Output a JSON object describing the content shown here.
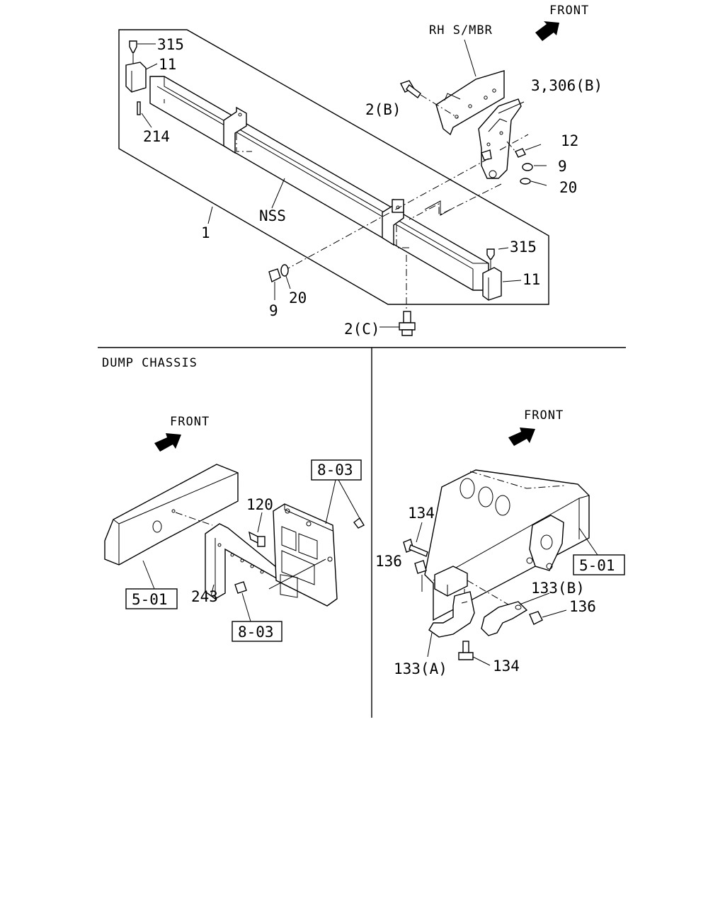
{
  "top": {
    "caption_front": "FRONT",
    "caption_rh_smbr": "RH S/MBR",
    "label_315a": "315",
    "label_11a": "11",
    "label_214": "214",
    "label_2b": "2(B)",
    "label_3_306b": "3,306(B)",
    "label_12": "12",
    "label_9a": "9",
    "label_20a": "20",
    "label_nss": "NSS",
    "label_1": "1",
    "label_315b": "315",
    "label_11b": "11",
    "label_9b": "9",
    "label_20b": "20",
    "label_2c": "2(C)"
  },
  "left": {
    "caption_section": "DUMP CHASSIS",
    "caption_front": "FRONT",
    "ref_8_03_top": "8-03",
    "label_120": "120",
    "label_243": "243",
    "ref_5_01": "5-01",
    "ref_8_03_bottom": "8-03"
  },
  "right": {
    "caption_front": "FRONT",
    "label_134a": "134",
    "label_136a": "136",
    "ref_5_01": "5-01",
    "label_133b": "133(B)",
    "label_136b": "136",
    "label_133a": "133(A)",
    "label_134b": "134"
  }
}
